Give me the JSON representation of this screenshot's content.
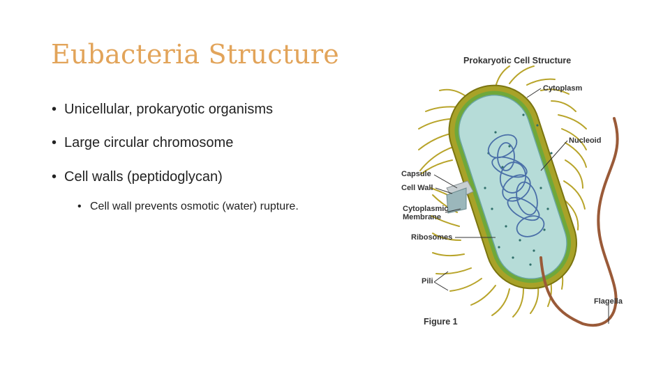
{
  "slide": {
    "title": "Eubacteria Structure",
    "bullets": [
      "Unicellular, prokaryotic organisms",
      "Large circular chromosome",
      "Cell walls (peptidoglycan)"
    ],
    "sub_bullets": [
      "Cell wall prevents osmotic (water) rupture."
    ],
    "bullet_glyph": "•"
  },
  "figure": {
    "title": "Prokaryotic Cell Structure",
    "caption": "Figure 1",
    "labels": {
      "cytoplasm": "Cytoplasm",
      "nucleoid": "Nucleoid",
      "capsule": "Capsule",
      "cell_wall": "Cell Wall",
      "cytoplasmic_membrane_1": "Cytoplasmic",
      "cytoplasmic_membrane_2": "Membrane",
      "ribosomes": "Ribosomes",
      "pili": "Pili",
      "flagella": "Flagella"
    },
    "colors": {
      "title": "#e2a45a",
      "capsule": "#a8a228",
      "cytoplasm": "#b6dcd8",
      "nucleoid": "#5a7fb8",
      "flagella": "#9a5a38"
    }
  }
}
